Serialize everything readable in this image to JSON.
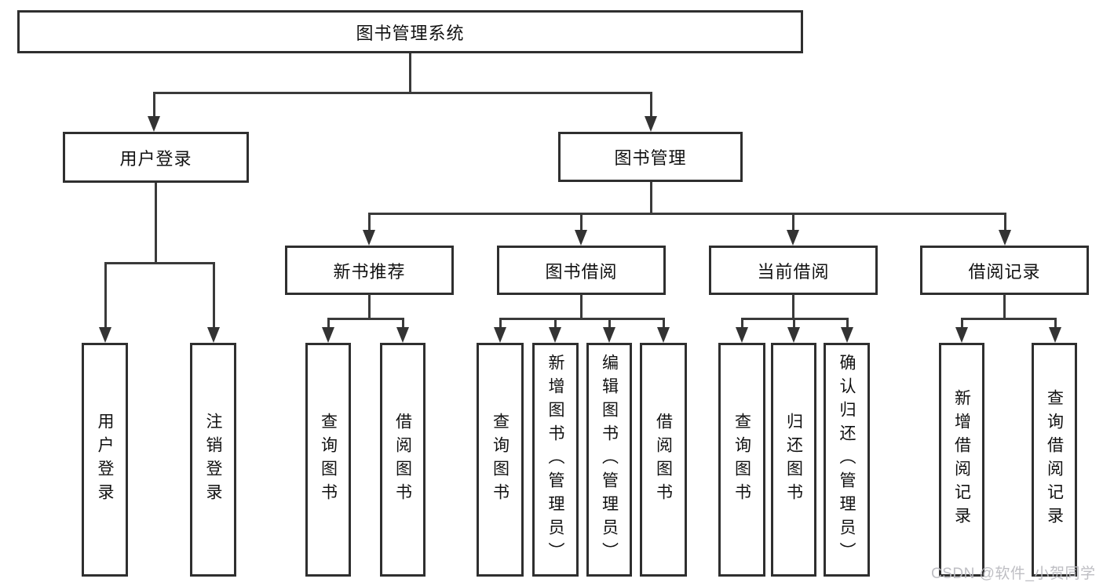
{
  "tree": {
    "root": {
      "label": "图书管理系统"
    },
    "branches": [
      {
        "label": "用户登录",
        "children": [
          {
            "label": "用户登录"
          },
          {
            "label": "注销登录"
          }
        ]
      },
      {
        "label": "图书管理",
        "children": [
          {
            "label": "新书推荐",
            "children": [
              {
                "label": "查询图书"
              },
              {
                "label": "借阅图书"
              }
            ]
          },
          {
            "label": "图书借阅",
            "children": [
              {
                "label": "查询图书"
              },
              {
                "label": "新增图书（管理员）"
              },
              {
                "label": "编辑图书（管理员）"
              },
              {
                "label": "借阅图书"
              }
            ]
          },
          {
            "label": "当前借阅",
            "children": [
              {
                "label": "查询图书"
              },
              {
                "label": "归还图书"
              },
              {
                "label": "确认归还（管理员）"
              }
            ]
          },
          {
            "label": "借阅记录",
            "children": [
              {
                "label": "新增借阅记录"
              },
              {
                "label": "查询借阅记录"
              }
            ]
          }
        ]
      }
    ]
  },
  "watermark": {
    "text": "CSDN @软件_小贺同学"
  },
  "colors": {
    "line": "#3a3a3a",
    "box_border": "#2f2f2f",
    "text": "#111111",
    "watermark": "#babac0",
    "background": "#ffffff"
  }
}
